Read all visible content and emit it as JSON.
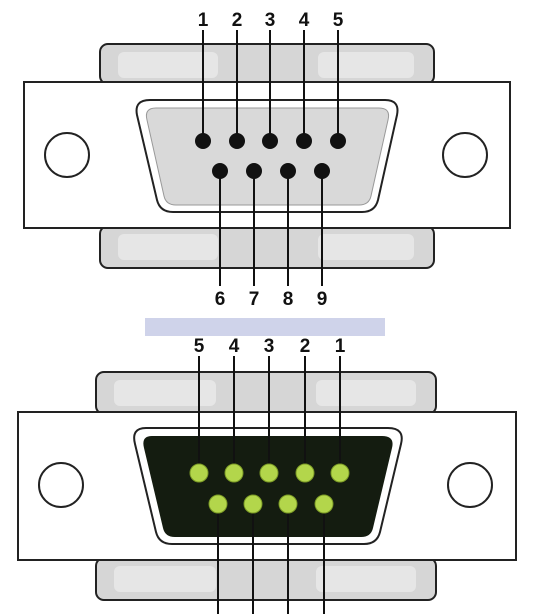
{
  "top_connector": {
    "top_row_labels": [
      "1",
      "2",
      "3",
      "4",
      "5"
    ],
    "bottom_row_labels": [
      "6",
      "7",
      "8",
      "9"
    ]
  },
  "bottom_connector": {
    "top_row_labels": [
      "5",
      "4",
      "3",
      "2",
      "1"
    ]
  },
  "colors": {
    "shell_gray": "#d6d6d6",
    "flange_white": "#ffffff",
    "outline": "#222222",
    "male_pin": "#111111",
    "female_insert": "#141c10",
    "female_socket": "#b3d64b",
    "divider": "#cfd3ea"
  }
}
